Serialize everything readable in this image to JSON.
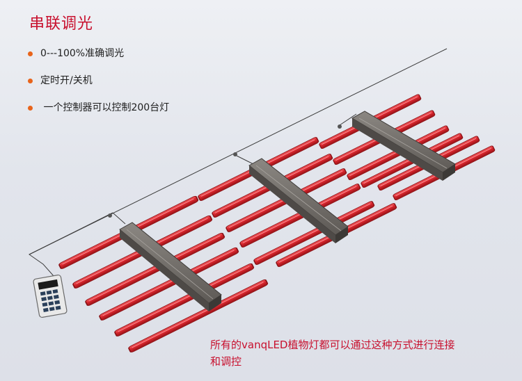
{
  "heading": "串联调光",
  "bullets": [
    "0---100%准确调光",
    "定时开/关机",
    " 一个控制器可以控制200台灯"
  ],
  "caption": "所有的vanqLED植物灯都可以通过这种方式进行连接和调控",
  "colors": {
    "accent": "#c8102e",
    "bullet": "#e8641b",
    "bar_red": "#d8262e",
    "driver_gray": "#6f6a66"
  },
  "icons": [
    "controller-icon",
    "driver-box-icon",
    "led-bar-icon",
    "cable-icon"
  ]
}
